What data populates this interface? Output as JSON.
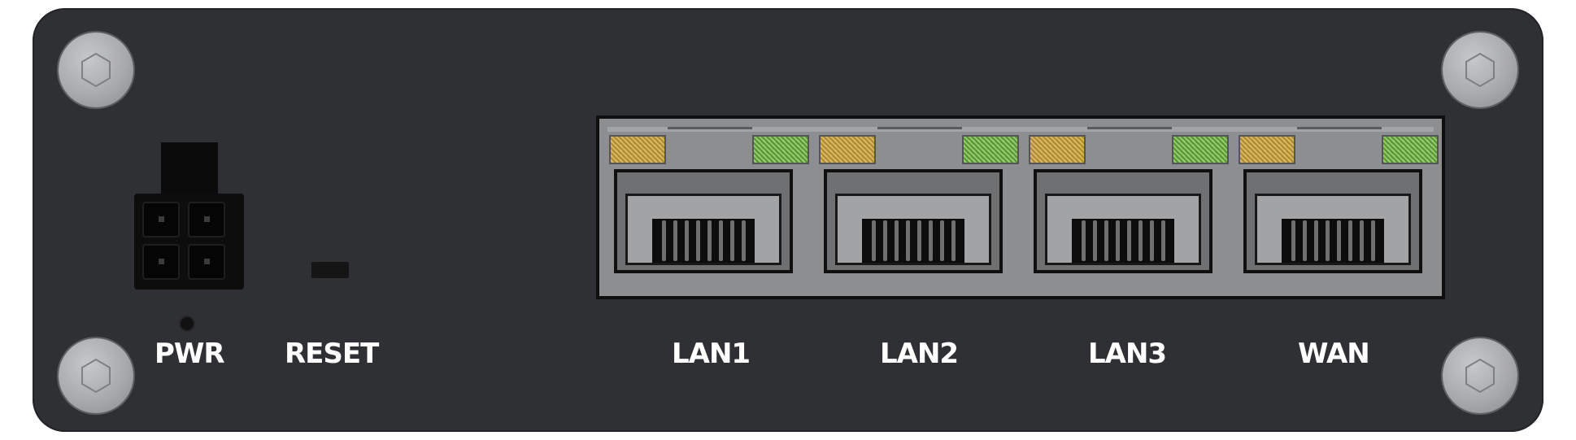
{
  "device": {
    "ports": [
      {
        "id": "lan1",
        "label": "LAN1"
      },
      {
        "id": "lan2",
        "label": "LAN2"
      },
      {
        "id": "lan3",
        "label": "LAN3"
      },
      {
        "id": "wan",
        "label": "WAN"
      }
    ],
    "power": {
      "label": "PWR"
    },
    "reset": {
      "label": "RESET"
    }
  },
  "colors": {
    "panel": "#2f3033",
    "led_amber": "#c9a543",
    "led_green": "#79b44a",
    "label_text": "#ffffff"
  }
}
